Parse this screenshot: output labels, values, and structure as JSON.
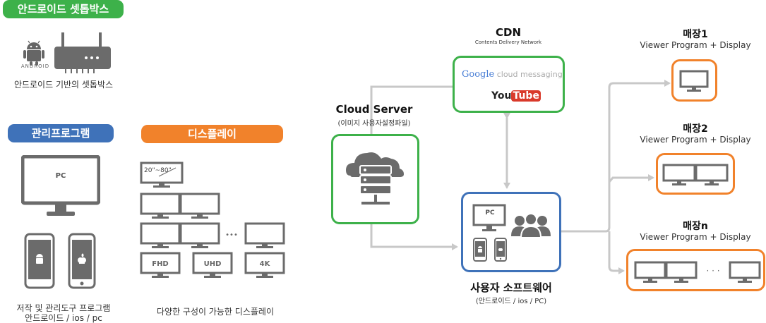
{
  "colors": {
    "green": "#3db14a",
    "blue": "#3f72b9",
    "orange": "#f1822b",
    "gray": "#6b6b6b",
    "line": "#c8c8c8"
  },
  "settop": {
    "pill": "안드로이드 셋톱박스",
    "icons": [
      "android-icon",
      "router-icon"
    ],
    "android_word": "ANDROID",
    "caption": "안드로이드 기반의 셋톱박스"
  },
  "manage": {
    "pill": "관리프로그램",
    "pc_label": "PC",
    "icons": [
      "monitor-icon",
      "android-phone-icon",
      "apple-phone-icon"
    ],
    "caption_line1": "저작 및 관리도구 프로그램",
    "caption_line2": "안드로이드 / ios / pc"
  },
  "display": {
    "pill": "디스플레이",
    "size_label": "20\"~80\"",
    "ellipsis": "•••",
    "labels": [
      "FHD",
      "UHD",
      "4K"
    ],
    "caption": "다양한 구성이 가능한 디스플레이"
  },
  "cloud": {
    "title": "Cloud Server",
    "subtitle": "(이미지 사용자설정파일)",
    "icon": "cloud-server-icon"
  },
  "cdn": {
    "title": "CDN",
    "subtitle": "Contents Delivery Network",
    "google_word": "Google",
    "google_tail": " cloud messaging",
    "youtube_you": "You",
    "youtube_tube": "Tube"
  },
  "user": {
    "pc_label": "PC",
    "title": "사용자 소프트웨어",
    "subtitle": "(안드로이드 / ios / PC)",
    "icons": [
      "pc-icon",
      "users-icon",
      "android-phone-icon",
      "apple-phone-icon"
    ]
  },
  "stores": [
    {
      "title": "매장1",
      "subtitle": "Viewer Program + Display",
      "monitors": 1
    },
    {
      "title": "매장2",
      "subtitle": "Viewer Program + Display",
      "monitors": 2
    },
    {
      "title": "매장n",
      "subtitle": "Viewer Program + Display",
      "monitors": 3,
      "dots": "· · ·"
    }
  ]
}
